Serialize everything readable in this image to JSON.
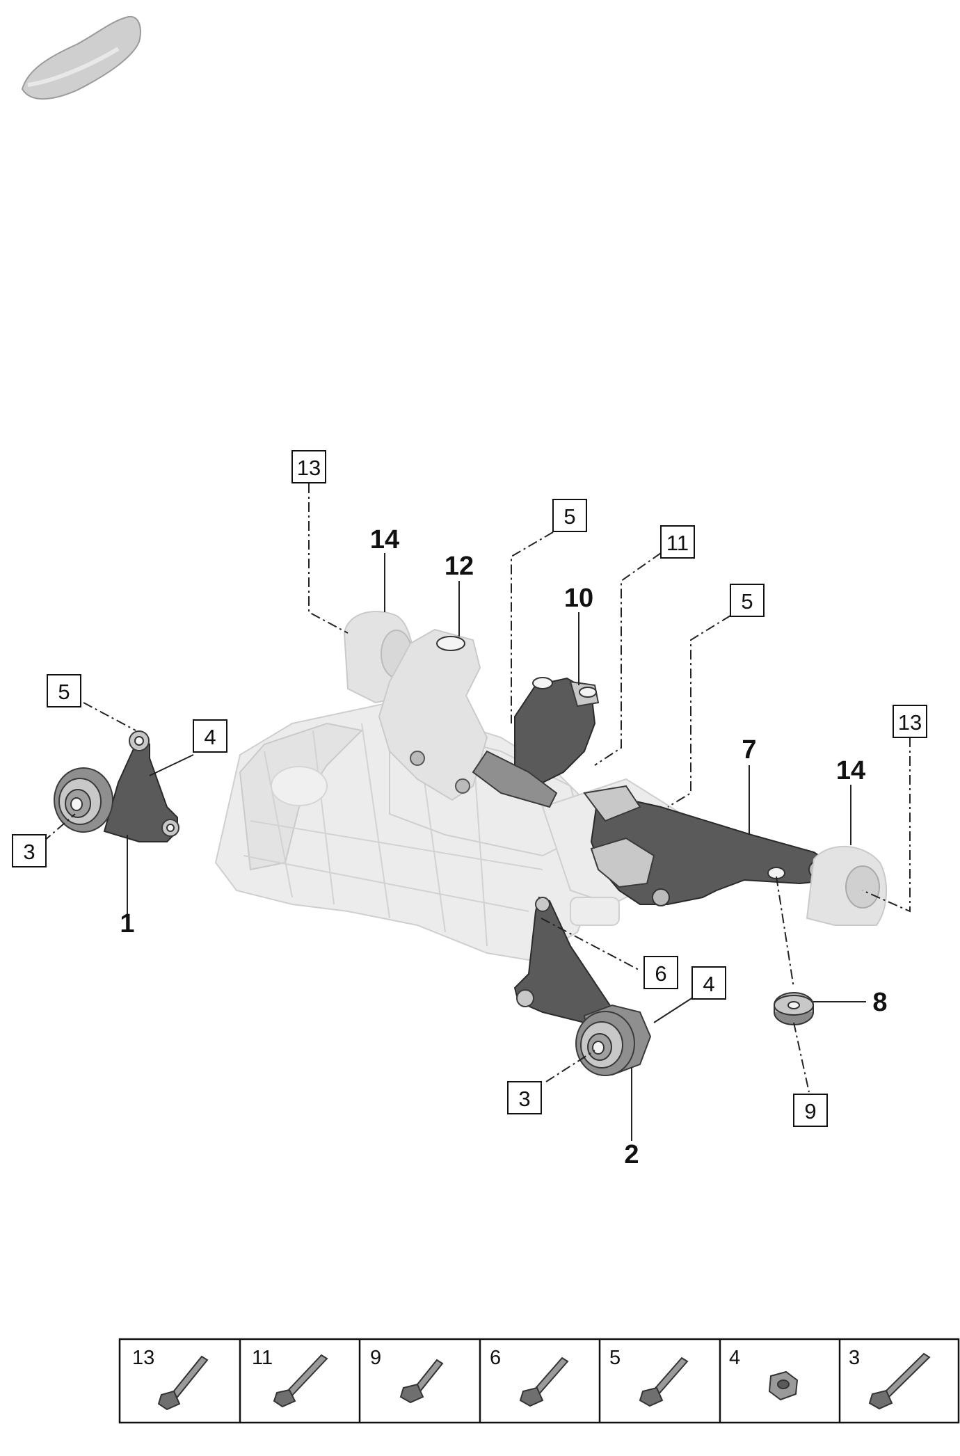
{
  "callouts": {
    "item_1": "1",
    "item_2": "2",
    "item_7": "7",
    "item_8": "8",
    "item_10": "10",
    "item_12": "12",
    "item_14_left": "14",
    "item_14_right": "14",
    "box_13_left": "13",
    "box_13_right": "13",
    "box_5_upper": "5",
    "box_5_right": "5",
    "box_5_left": "5",
    "box_11": "11",
    "box_4_left": "4",
    "box_4_lower": "4",
    "box_3_left": "3",
    "box_3_lower": "3",
    "box_6": "6",
    "box_9": "9"
  },
  "fastener_table": [
    {
      "number": "13",
      "icon": "long-flange-bolt-icon"
    },
    {
      "number": "11",
      "icon": "long-flange-bolt-icon"
    },
    {
      "number": "9",
      "icon": "short-flange-bolt-icon"
    },
    {
      "number": "6",
      "icon": "flange-bolt-icon"
    },
    {
      "number": "5",
      "icon": "flange-bolt-icon"
    },
    {
      "number": "4",
      "icon": "hex-nut-icon"
    },
    {
      "number": "3",
      "icon": "long-flange-bolt-icon"
    }
  ]
}
